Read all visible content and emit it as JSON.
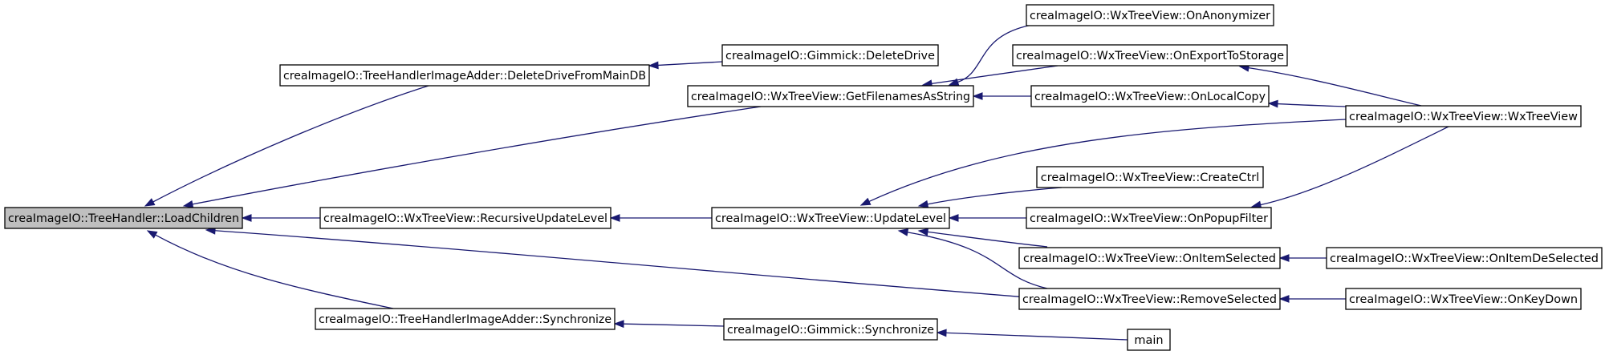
{
  "graph": {
    "kind": "caller-graph",
    "colors": {
      "edge": "#191970",
      "root_fill": "#bfbfbf",
      "node_border": "#000000"
    },
    "nodes": [
      {
        "id": "loadchildren",
        "label": "creaImageIO::TreeHandler::LoadChildren",
        "root": true
      },
      {
        "id": "deletedrivefrommaindb",
        "label": "creaImageIO::TreeHandlerImageAdder::DeleteDriveFromMainDB"
      },
      {
        "id": "getfilenamesasstring",
        "label": "creaImageIO::WxTreeView::GetFilenamesAsString"
      },
      {
        "id": "recursiveupdatelevel",
        "label": "creaImageIO::WxTreeView::RecursiveUpdateLevel"
      },
      {
        "id": "thia-synchronize",
        "label": "creaImageIO::TreeHandlerImageAdder::Synchronize"
      },
      {
        "id": "deletedrive",
        "label": "creaImageIO::Gimmick::DeleteDrive"
      },
      {
        "id": "onanonymizer",
        "label": "creaImageIO::WxTreeView::OnAnonymizer"
      },
      {
        "id": "onexporttostorage",
        "label": "creaImageIO::WxTreeView::OnExportToStorage"
      },
      {
        "id": "onlocalcopy",
        "label": "creaImageIO::WxTreeView::OnLocalCopy"
      },
      {
        "id": "updatelevel",
        "label": "creaImageIO::WxTreeView::UpdateLevel"
      },
      {
        "id": "createctrl",
        "label": "creaImageIO::WxTreeView::CreateCtrl"
      },
      {
        "id": "onpopupfilter",
        "label": "creaImageIO::WxTreeView::OnPopupFilter"
      },
      {
        "id": "onitemselected",
        "label": "creaImageIO::WxTreeView::OnItemSelected"
      },
      {
        "id": "removeselected",
        "label": "creaImageIO::WxTreeView::RemoveSelected"
      },
      {
        "id": "wxtreeview",
        "label": "creaImageIO::WxTreeView::WxTreeView"
      },
      {
        "id": "onitemdeselected",
        "label": "creaImageIO::WxTreeView::OnItemDeSelected"
      },
      {
        "id": "onkeydown",
        "label": "creaImageIO::WxTreeView::OnKeyDown"
      },
      {
        "id": "gimmick-synchronize",
        "label": "creaImageIO::Gimmick::Synchronize"
      },
      {
        "id": "main",
        "label": "main"
      }
    ],
    "edges": [
      {
        "from": "deletedrivefrommaindb",
        "to": "loadchildren"
      },
      {
        "from": "getfilenamesasstring",
        "to": "loadchildren"
      },
      {
        "from": "recursiveupdatelevel",
        "to": "loadchildren"
      },
      {
        "from": "removeselected",
        "to": "loadchildren"
      },
      {
        "from": "thia-synchronize",
        "to": "loadchildren"
      },
      {
        "from": "deletedrive",
        "to": "deletedrivefrommaindb"
      },
      {
        "from": "onanonymizer",
        "to": "getfilenamesasstring"
      },
      {
        "from": "onexporttostorage",
        "to": "getfilenamesasstring"
      },
      {
        "from": "onlocalcopy",
        "to": "getfilenamesasstring"
      },
      {
        "from": "updatelevel",
        "to": "recursiveupdatelevel"
      },
      {
        "from": "gimmick-synchronize",
        "to": "thia-synchronize"
      },
      {
        "from": "wxtreeview",
        "to": "onexporttostorage"
      },
      {
        "from": "wxtreeview",
        "to": "onlocalcopy"
      },
      {
        "from": "wxtreeview",
        "to": "updatelevel"
      },
      {
        "from": "createctrl",
        "to": "updatelevel"
      },
      {
        "from": "onpopupfilter",
        "to": "updatelevel"
      },
      {
        "from": "onitemselected",
        "to": "updatelevel"
      },
      {
        "from": "removeselected",
        "to": "updatelevel"
      },
      {
        "from": "wxtreeview",
        "to": "onpopupfilter"
      },
      {
        "from": "onitemdeselected",
        "to": "onitemselected"
      },
      {
        "from": "onkeydown",
        "to": "removeselected"
      },
      {
        "from": "main",
        "to": "gimmick-synchronize"
      }
    ]
  }
}
